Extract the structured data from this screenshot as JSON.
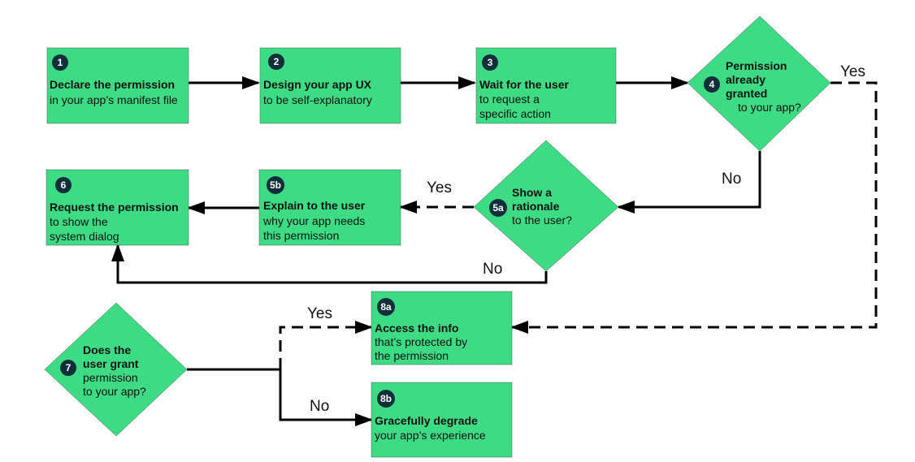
{
  "colors": {
    "node_fill": "#3ddc84",
    "node_stroke": "#000000",
    "badge": "#0f2f3b",
    "edge": "#000000"
  },
  "nodes": {
    "n1": {
      "badge": "1",
      "title": "Declare the permission",
      "lines": [
        "in your app’s manifest file"
      ]
    },
    "n2": {
      "badge": "2",
      "title": "Design your app UX",
      "lines": [
        "to be self-explanatory"
      ]
    },
    "n3": {
      "badge": "3",
      "title": "Wait for the user",
      "lines": [
        "to request a",
        "specific action"
      ]
    },
    "n4": {
      "badge": "4",
      "title_lines": [
        "Permission",
        "already",
        "granted"
      ],
      "lines": [
        "to your app?"
      ]
    },
    "n5a": {
      "badge": "5a",
      "title_lines": [
        "Show a",
        "rationale"
      ],
      "lines": [
        "to the user?"
      ]
    },
    "n5b": {
      "badge": "5b",
      "title": "Explain to the user",
      "lines": [
        "why your app needs",
        "this permission"
      ]
    },
    "n6": {
      "badge": "6",
      "title": "Request the permission",
      "lines": [
        "to show the",
        "system dialog"
      ]
    },
    "n7": {
      "badge": "7",
      "title_lines": [
        "Does the",
        "user grant"
      ],
      "lines": [
        "permission",
        "to your app?"
      ]
    },
    "n8a": {
      "badge": "8a",
      "title": "Access the info",
      "lines": [
        "that’s protected by",
        "the permission"
      ]
    },
    "n8b": {
      "badge": "8b",
      "title": "Gracefully degrade",
      "lines": [
        "your app’s experience"
      ]
    }
  },
  "edges": {
    "yes_4": "Yes",
    "no_4": "No",
    "yes_5a": "Yes",
    "no_5a": "No",
    "yes_7": "Yes",
    "no_7": "No"
  }
}
